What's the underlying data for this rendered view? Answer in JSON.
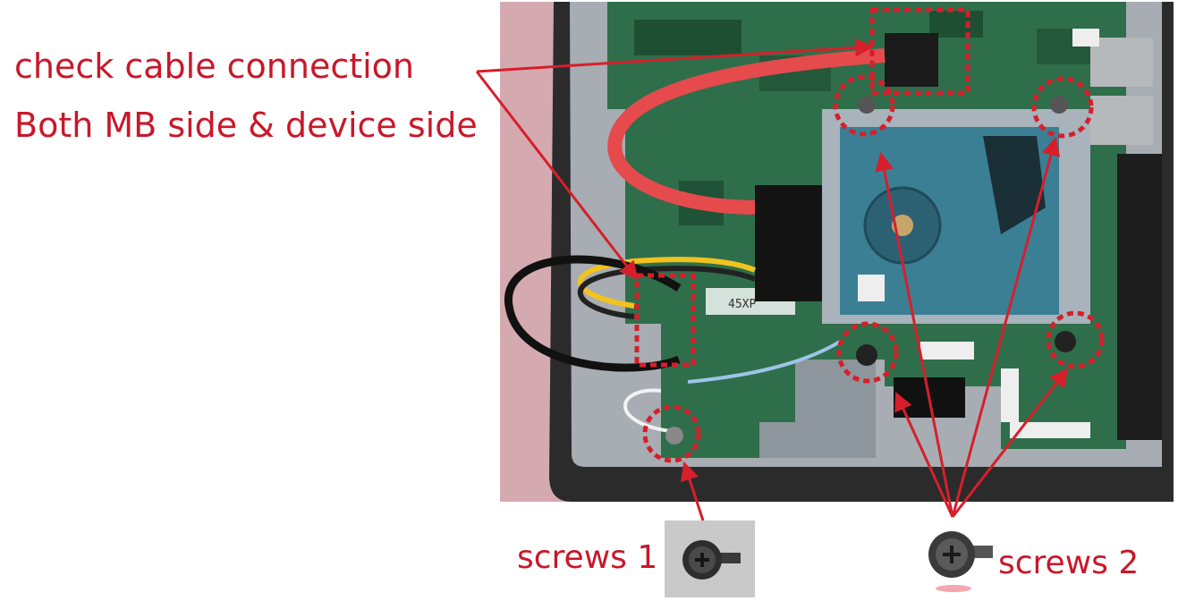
{
  "annotations": {
    "check_cable": "check cable connection",
    "both_sides": "Both MB side & device side",
    "screws_1": "screws 1",
    "screws_2": "screws 2"
  },
  "photo_text": {
    "connector_code": "45XP"
  },
  "colors": {
    "annotation_red": "#c8182a",
    "callout_box_red": "#d61f2b",
    "board_green": "#2f6e4a",
    "hdd_body": "#3b7f95",
    "bracket_metal": "#a9b3bb",
    "chassis_frame": "#2b2b2b",
    "desk_background": "#d5a9b0"
  }
}
